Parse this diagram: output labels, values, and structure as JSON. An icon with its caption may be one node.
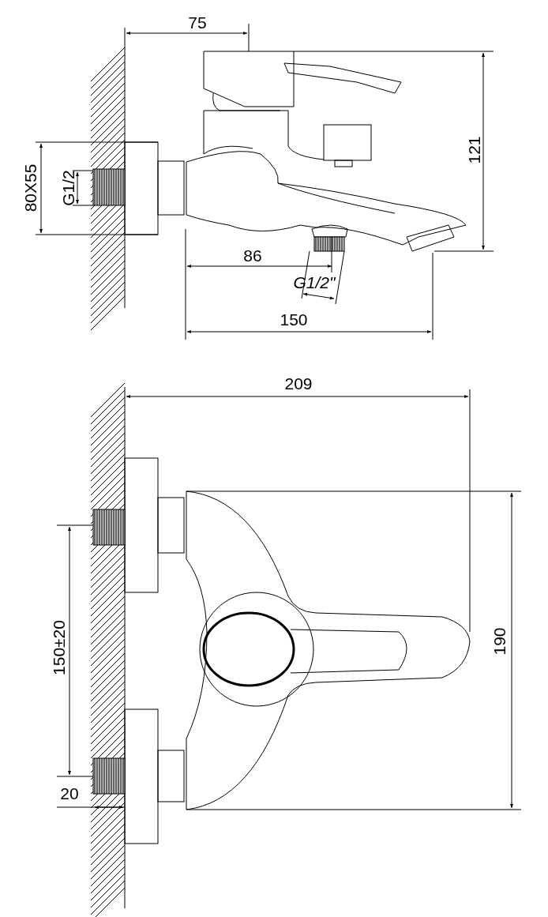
{
  "diagram": {
    "labels": [
      "75",
      "121",
      "80X55",
      "G1/2",
      "86",
      "G1/2\"",
      "150",
      "209",
      "190",
      "150±20",
      "20"
    ]
  }
}
